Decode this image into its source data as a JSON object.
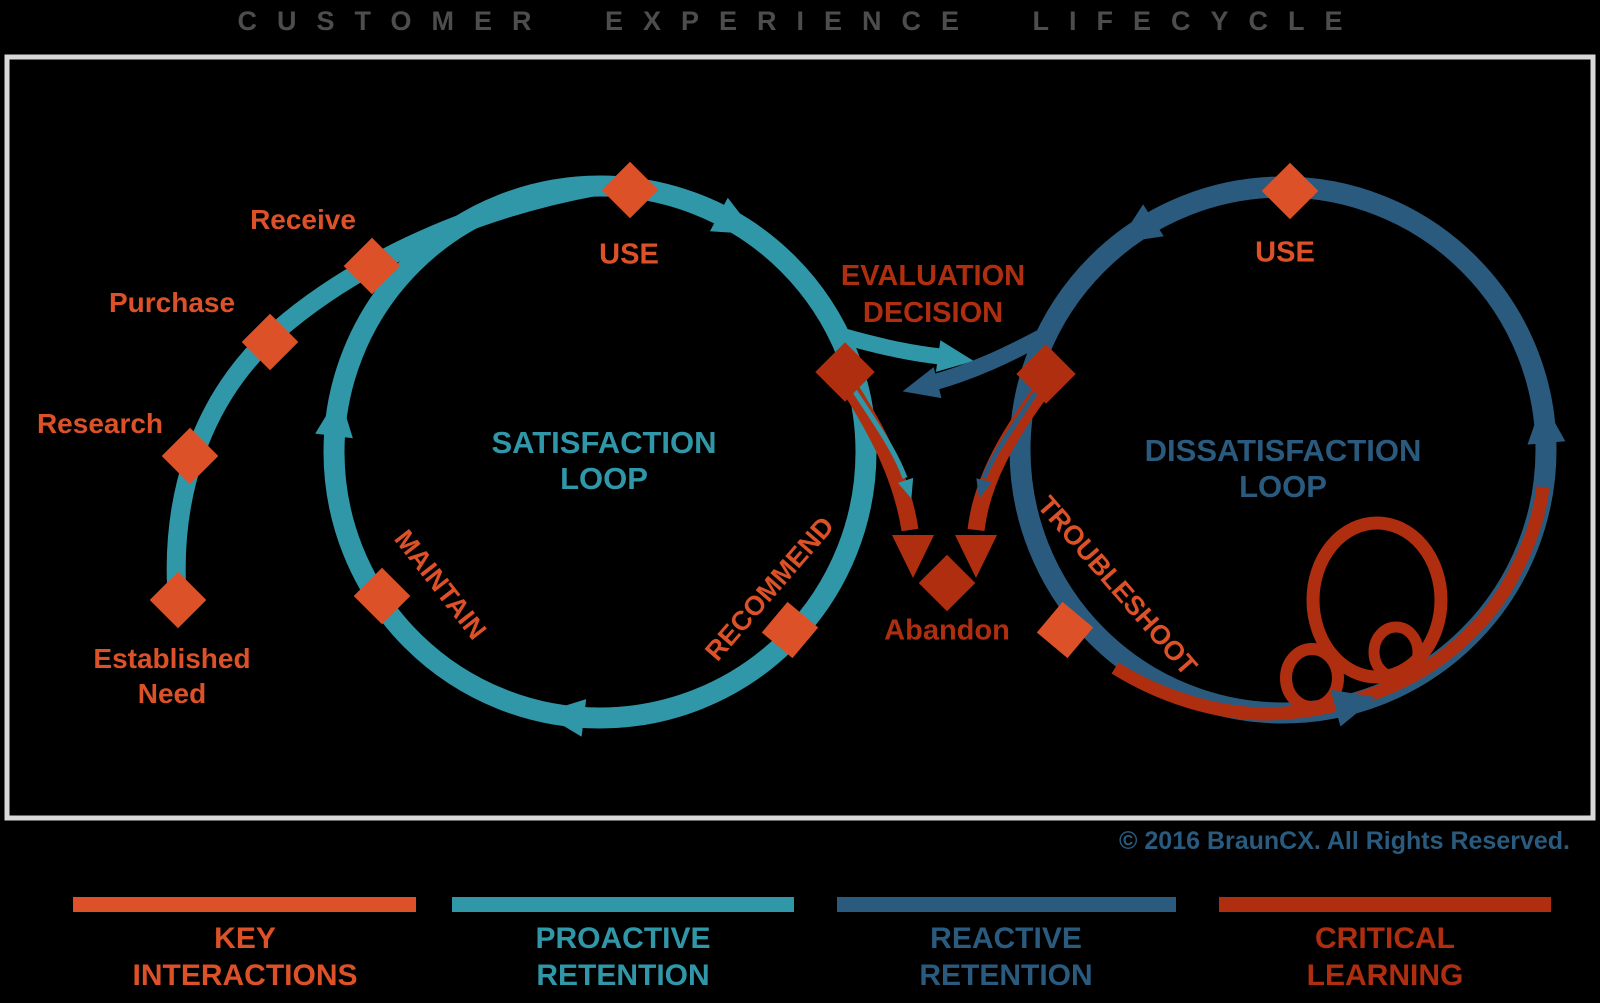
{
  "title": "CUSTOMER EXPERIENCE LIFECYCLE",
  "copyright": "© 2016 BraunCX. All Rights Reserved.",
  "colors": {
    "key_interactions_orange": "#DD5128",
    "proactive_retention_teal": "#3097A9",
    "reactive_retention_blue": "#2A5B7E",
    "critical_learning_red": "#B02E10",
    "title_gray": "#4D4D4D",
    "panel_border": "#D8D8D8",
    "background": "#000000"
  },
  "stages": {
    "established_need_line1": "Established",
    "established_need_line2": "Need",
    "research": "Research",
    "purchase": "Purchase",
    "receive": "Receive",
    "use_satisfaction": "USE",
    "maintain": "MAINTAIN",
    "recommend": "RECOMMEND",
    "evaluation_line1": "EVALUATION",
    "evaluation_line2": "DECISION",
    "abandon": "Abandon",
    "troubleshoot": "TROUBLESHOOT",
    "use_dissatisfaction": "USE"
  },
  "loops": {
    "satisfaction_line1": "SATISFACTION",
    "satisfaction_line2": "LOOP",
    "dissatisfaction_line1": "DISSATISFACTION",
    "dissatisfaction_line2": "LOOP"
  },
  "legend": {
    "key_interactions": {
      "line1": "KEY",
      "line2": "INTERACTIONS",
      "color": "#DD5128"
    },
    "proactive_retention": {
      "line1": "PROACTIVE",
      "line2": "RETENTION",
      "color": "#3097A9"
    },
    "reactive_retention": {
      "line1": "REACTIVE",
      "line2": "RETENTION",
      "color": "#2A5B7E"
    },
    "critical_learning": {
      "line1": "CRITICAL",
      "line2": "LEARNING",
      "color": "#B02E10"
    }
  }
}
